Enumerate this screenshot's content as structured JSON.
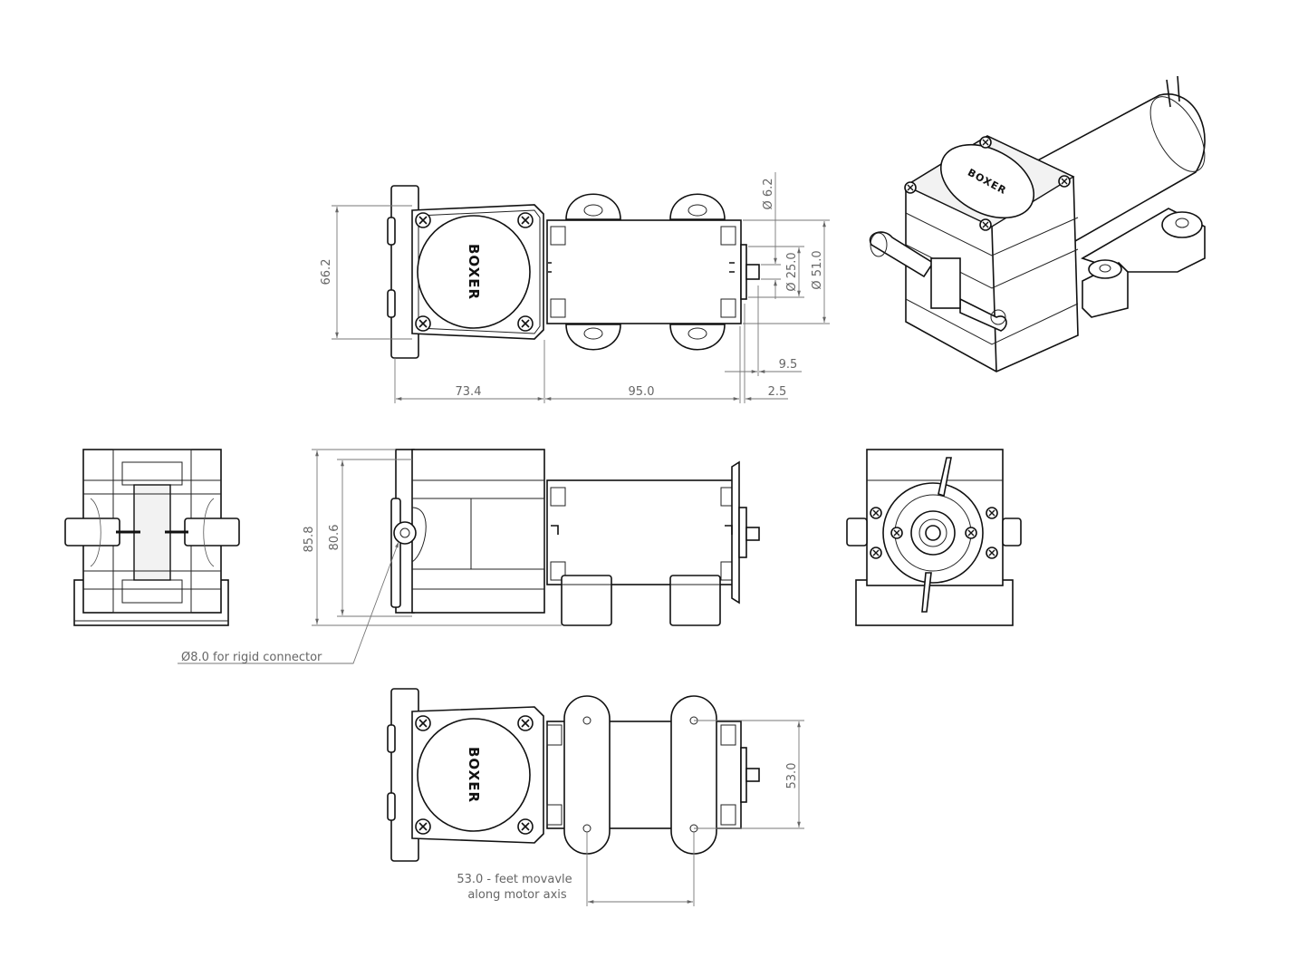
{
  "brand": "BOXER",
  "dimensions": {
    "height_66_2": "66.2",
    "len_73_4": "73.4",
    "len_95_0": "95.0",
    "len_2_5": "2.5",
    "len_9_5": "9.5",
    "dia_6_2": "Ø 6.2",
    "dia_25_0": "Ø 25.0",
    "dia_51_0": "Ø 51.0",
    "height_85_8": "85.8",
    "height_80_6": "80.6",
    "width_53_0": "53.0",
    "feet_53_0": "53.0"
  },
  "callouts": {
    "rigid_connector": "Ø8.0 for rigid connector",
    "feet_note_line1": "53.0 - feet movavle",
    "feet_note_line2": "along motor axis"
  }
}
